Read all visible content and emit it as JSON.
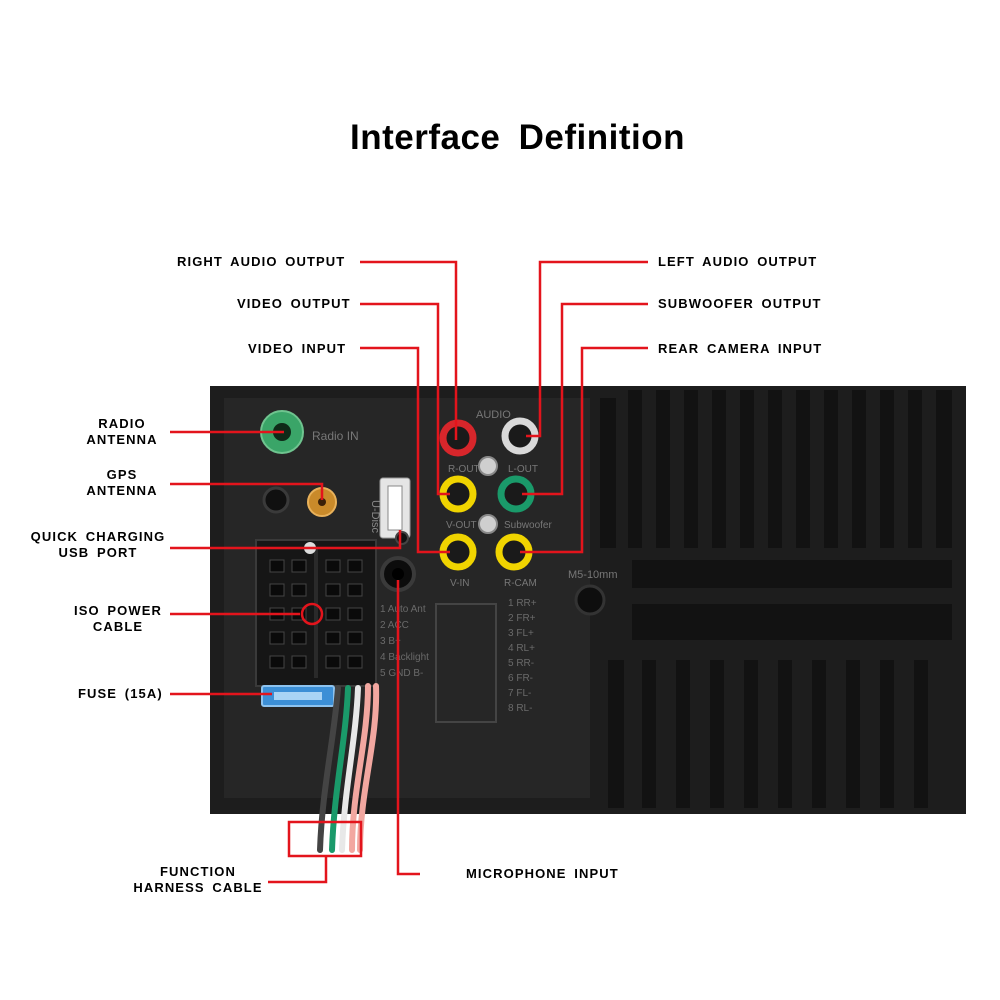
{
  "title": "Interface  Definition",
  "colors": {
    "leader": "#e3141c",
    "unit_body": "#1d1d1d",
    "rca_red": "#d7262b",
    "rca_white": "#d9d9d9",
    "rca_yellow": "#f0d400",
    "rca_green": "#1a9a6a",
    "antenna_green": "#3aa568",
    "fuse_blue": "#3c8fd6"
  },
  "labels": {
    "right_audio_output": "RIGHT  AUDIO  OUTPUT",
    "video_output": "VIDEO OUTPUT",
    "video_input": "VIDEO  INPUT",
    "left_audio_output": "LEFT  AUDIO  OUTPUT",
    "subwoofer_output": "SUBWOOFER  OUTPUT",
    "rear_camera_input": "REAR  CAMERA  INPUT",
    "radio_antenna_1": "RADIO",
    "radio_antenna_2": "ANTENNA",
    "gps_antenna_1": "GPS",
    "gps_antenna_2": "ANTENNA",
    "usb_port_1": "QUICK CHARGING",
    "usb_port_2": "USB PORT",
    "iso_power_1": "ISO POWER",
    "iso_power_2": "CABLE",
    "fuse": "FUSE (15A)",
    "harness_1": "FUNCTION",
    "harness_2": "HARNESS CABLE",
    "microphone_input": "MICROPHONE INPUT"
  },
  "panel_print": {
    "audio": "AUDIO",
    "r_out": "R-OUT",
    "l_out": "L-OUT",
    "v_out": "V-OUT",
    "subwoofer": "Subwoofer",
    "v_in": "V-IN",
    "r_cam": "R-CAM",
    "screw": "M5-10mm",
    "usb_vert": "U-Disc",
    "radio_in": "Radio IN",
    "pin_left": [
      "1 Auto Ant",
      "2 ACC",
      "3 B+",
      "4 Backlight",
      "5 GND B-"
    ],
    "pin_right": [
      "1 RR+",
      "2 FR+",
      "3 FL+",
      "4 RL+",
      "5 RR-",
      "6 FR-",
      "7 FL-",
      "8 RL-"
    ]
  }
}
